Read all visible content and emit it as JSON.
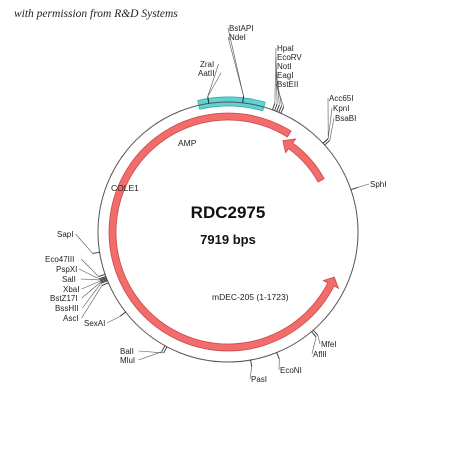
{
  "permission_note": "with permission from R&D Systems",
  "plasmid": {
    "name": "RDC2975",
    "size_label": "7919 bps",
    "total_bp": 7919
  },
  "features": [
    {
      "name": "AMP",
      "start_deg": 29,
      "end_deg": 59,
      "direction": "ccw",
      "color": "#f26c6c",
      "stroke": "#c84a4a"
    },
    {
      "name": "mDEC-205 (1-1723)",
      "start_deg": 58,
      "end_deg": 337,
      "direction": "ccw",
      "color": "#f26c6c",
      "stroke": "#c84a4a"
    },
    {
      "name": "COLE1",
      "start_deg": 74,
      "end_deg": 103,
      "direction": "none",
      "color": "#5fd3d3",
      "stroke": "#3aa9a9"
    }
  ],
  "sites": [
    {
      "name": "BstAPI",
      "angle_deg": 83.5
    },
    {
      "name": "NdeI",
      "angle_deg": 83.5
    },
    {
      "name": "ZraI",
      "angle_deg": 98.5
    },
    {
      "name": "AatII",
      "angle_deg": 98.5
    },
    {
      "name": "HpaI",
      "angle_deg": 70
    },
    {
      "name": "EcoRV",
      "angle_deg": 69
    },
    {
      "name": "NotI",
      "angle_deg": 68
    },
    {
      "name": "EagI",
      "angle_deg": 67
    },
    {
      "name": "BstEII",
      "angle_deg": 66
    },
    {
      "name": "Acc65I",
      "angle_deg": 43
    },
    {
      "name": "KpnI",
      "angle_deg": 43
    },
    {
      "name": "BsaBI",
      "angle_deg": 42
    },
    {
      "name": "SphI",
      "angle_deg": 19
    },
    {
      "name": "MfeI",
      "angle_deg": 311
    },
    {
      "name": "AflII",
      "angle_deg": 310
    },
    {
      "name": "EcoNI",
      "angle_deg": 292
    },
    {
      "name": "PasI",
      "angle_deg": 280
    },
    {
      "name": "BalI",
      "angle_deg": 242
    },
    {
      "name": "MluI",
      "angle_deg": 241
    },
    {
      "name": "SexAI",
      "angle_deg": 218
    },
    {
      "name": "SapI",
      "angle_deg": 189
    },
    {
      "name": "Eco47III",
      "angle_deg": 199
    },
    {
      "name": "PspXI",
      "angle_deg": 200
    },
    {
      "name": "SalI",
      "angle_deg": 200.5
    },
    {
      "name": "XbaI",
      "angle_deg": 201
    },
    {
      "name": "BstZ17I",
      "angle_deg": 201.5
    },
    {
      "name": "BssHII",
      "angle_deg": 202
    },
    {
      "name": "AscI",
      "angle_deg": 203
    }
  ]
}
